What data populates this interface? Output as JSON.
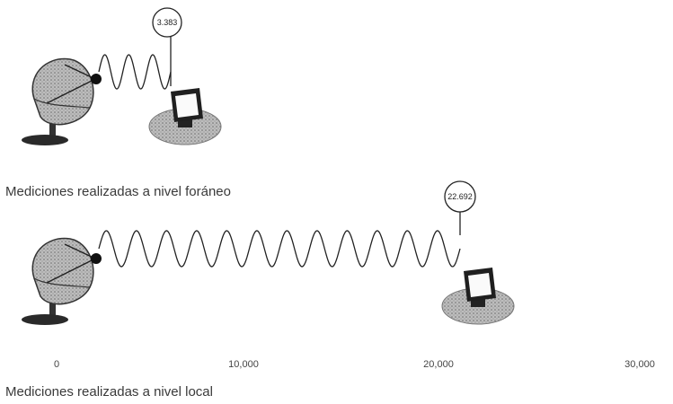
{
  "foreign": {
    "caption": "Mediciones realizadas a nivel foráneo",
    "value_label": "3.383"
  },
  "local": {
    "caption": "Mediciones realizadas a nivel local",
    "value_label": "22.692"
  },
  "axis": {
    "ticks": [
      "0",
      "10,000",
      "20,000",
      "30,000"
    ]
  },
  "colors": {
    "ink": "#222222",
    "dish_shade": "#8a8a8a",
    "monitor_base": "#9a9a9a"
  }
}
